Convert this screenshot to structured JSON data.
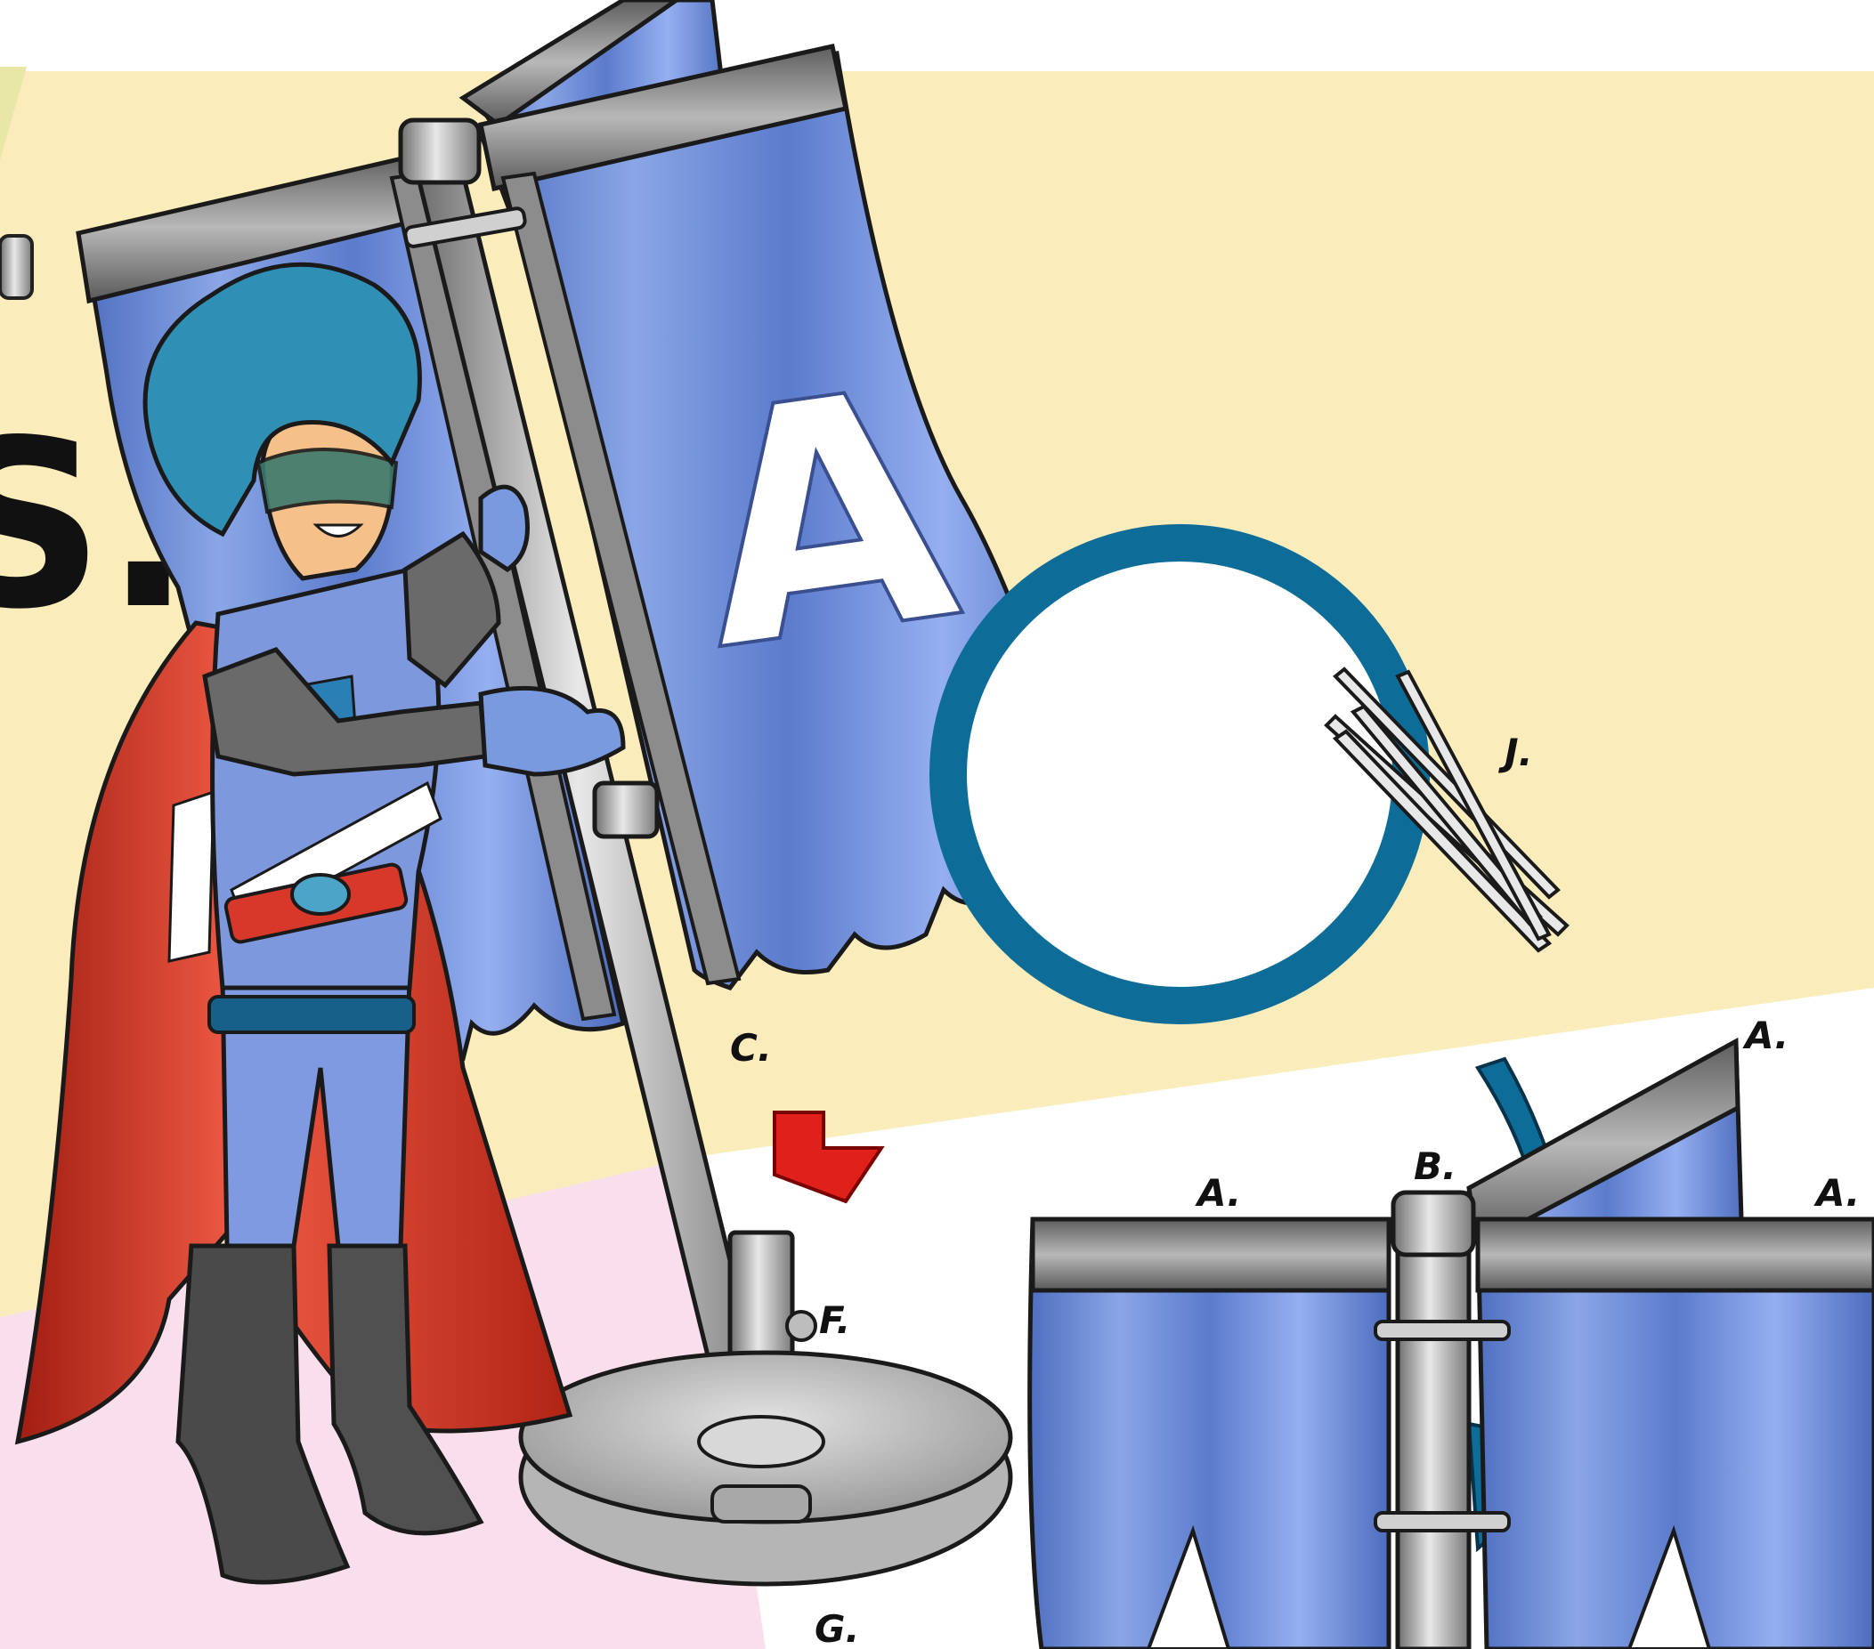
{
  "heading_fragment": "S.",
  "banner_letter": "A",
  "labels": {
    "A": "A.",
    "B": "B.",
    "C": "C.",
    "F": "F.",
    "G": "G.",
    "J": "J."
  },
  "colors": {
    "background_yellow": "#fbedbb",
    "floor_pink": "#f9dfec",
    "banner_blue": "#6f8fd6",
    "banner_header": "#7d7d7d",
    "pole_gray": "#b4b4b4",
    "cape_red": "#d8382a",
    "callout_ring": "#0e6d98",
    "arrow_red": "#e0201b",
    "base_gray": "#c9c9c9"
  }
}
